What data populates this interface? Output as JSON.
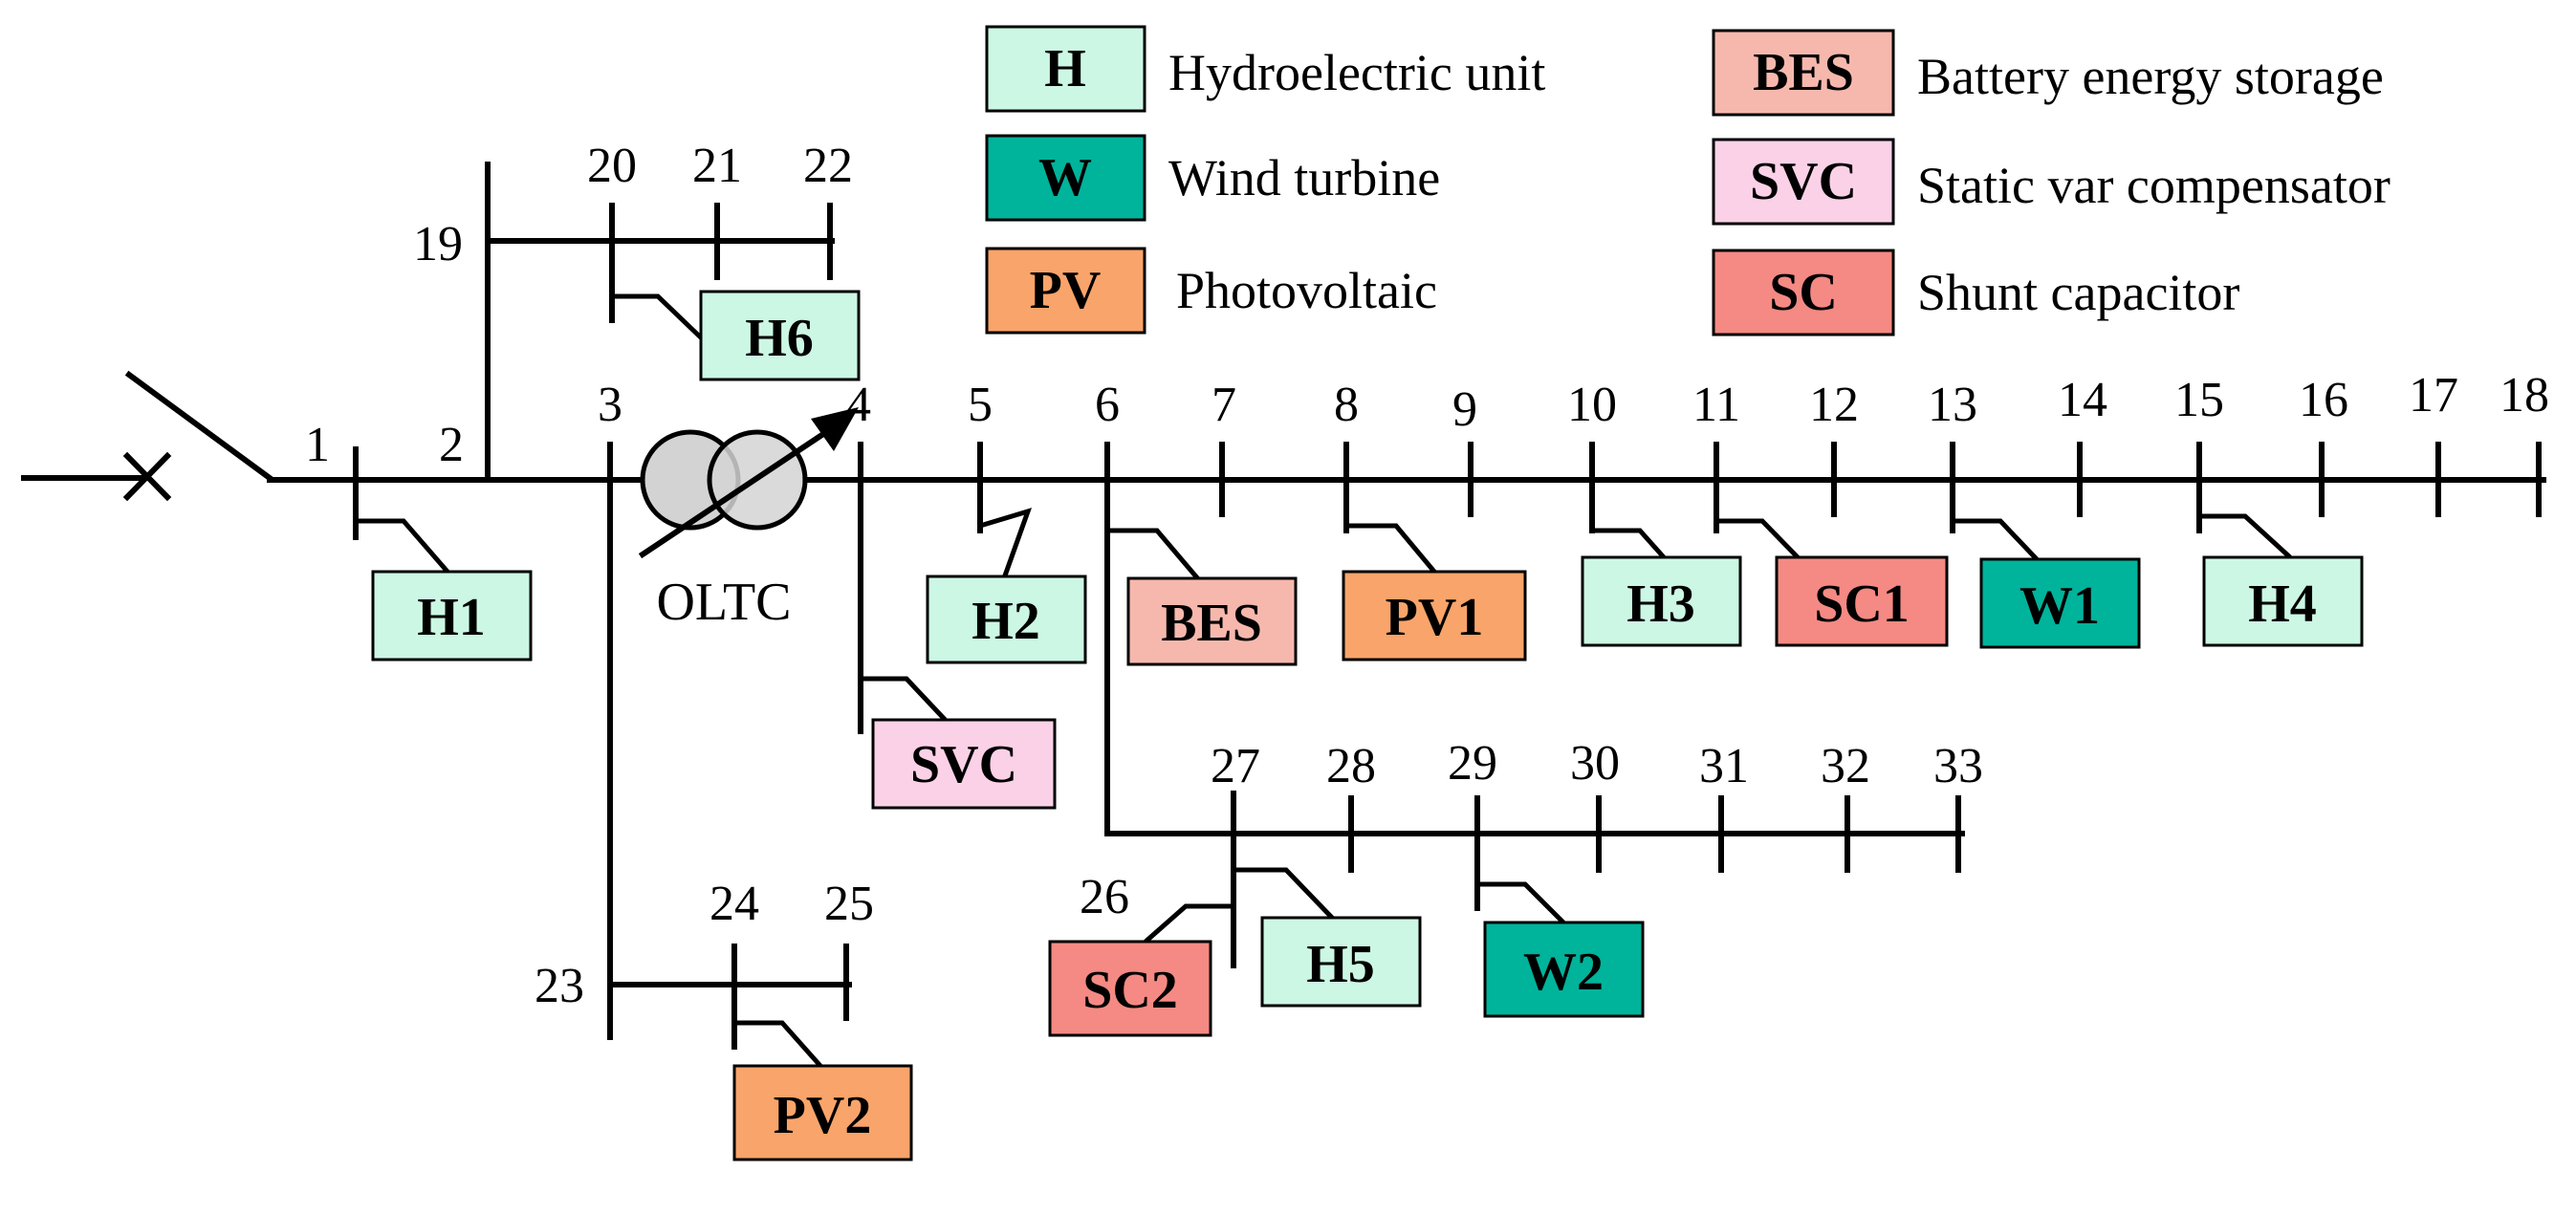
{
  "colors": {
    "hydro": "#ccf7e4",
    "wind": "#00b39b",
    "pv": "#f9a46a",
    "bes": "#f6b8ad",
    "svc": "#fbd1e8",
    "sc": "#f48a83",
    "transformer": "#d3d3d3"
  },
  "legend": [
    {
      "code": "H",
      "label": "Hydroelectric unit",
      "color_key": "hydro"
    },
    {
      "code": "W",
      "label": "Wind turbine",
      "color_key": "wind"
    },
    {
      "code": "PV",
      "label": "Photovoltaic",
      "color_key": "pv"
    },
    {
      "code": "BES",
      "label": "Battery energy storage",
      "color_key": "bes"
    },
    {
      "code": "SVC",
      "label": "Static var compensator",
      "color_key": "svc"
    },
    {
      "code": "SC",
      "label": "Shunt capacitor",
      "color_key": "sc"
    }
  ],
  "transformer_label": "OLTC",
  "buses": [
    "1",
    "2",
    "3",
    "4",
    "5",
    "6",
    "7",
    "8",
    "9",
    "10",
    "11",
    "12",
    "13",
    "14",
    "15",
    "16",
    "17",
    "18",
    "19",
    "20",
    "21",
    "22",
    "23",
    "24",
    "25",
    "26",
    "27",
    "28",
    "29",
    "30",
    "31",
    "32",
    "33"
  ],
  "devices": [
    {
      "label": "H1",
      "bus": "1",
      "color_key": "hydro"
    },
    {
      "label": "H2",
      "bus": "5",
      "color_key": "hydro"
    },
    {
      "label": "BES",
      "bus": "6",
      "color_key": "bes"
    },
    {
      "label": "PV1",
      "bus": "8",
      "color_key": "pv"
    },
    {
      "label": "H3",
      "bus": "10",
      "color_key": "hydro"
    },
    {
      "label": "SC1",
      "bus": "11",
      "color_key": "sc"
    },
    {
      "label": "W1",
      "bus": "13",
      "color_key": "wind"
    },
    {
      "label": "H4",
      "bus": "15",
      "color_key": "hydro"
    },
    {
      "label": "SVC",
      "bus": "4",
      "color_key": "svc"
    },
    {
      "label": "H6",
      "bus": "20",
      "color_key": "hydro"
    },
    {
      "label": "SC2",
      "bus": "26",
      "color_key": "sc"
    },
    {
      "label": "H5",
      "bus": "27",
      "color_key": "hydro"
    },
    {
      "label": "W2",
      "bus": "29",
      "color_key": "wind"
    },
    {
      "label": "PV2",
      "bus": "24",
      "color_key": "pv"
    }
  ]
}
